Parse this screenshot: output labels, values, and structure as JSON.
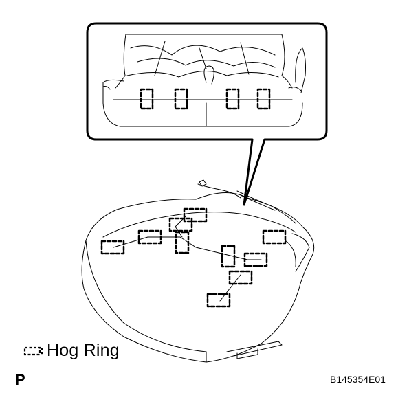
{
  "legend": {
    "symbol_icon": "hog-ring-symbol-icon",
    "label": "Hog Ring"
  },
  "corner_letter": "P",
  "figure_code": "B145354E01",
  "colors": {
    "line": "#000000",
    "background": "#ffffff"
  }
}
